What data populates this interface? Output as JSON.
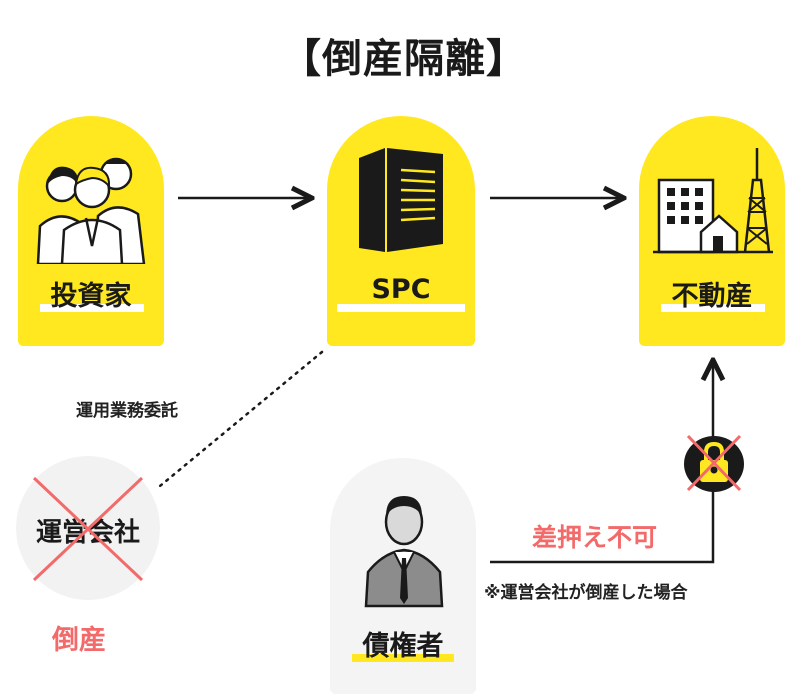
{
  "title": "【倒産隔離】",
  "nodes": {
    "investor": "投資家",
    "spc": "SPC",
    "real_estate": "不動産",
    "operator": "運営会社",
    "creditor": "債権者"
  },
  "labels": {
    "delegation": "運用業務委託",
    "bankruptcy": "倒産",
    "no_seizure": "差押え不可",
    "footnote": "※運営会社が倒産した場合"
  },
  "colors": {
    "accent": "#ffe81f",
    "alert": "#f26a6a",
    "ink": "#1a1a1a"
  }
}
